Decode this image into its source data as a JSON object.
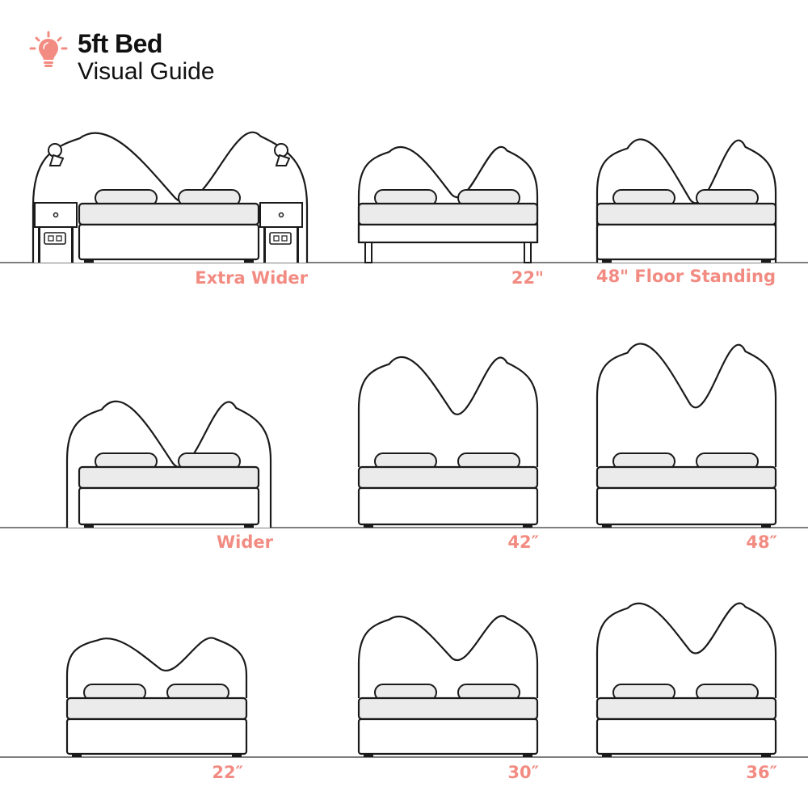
{
  "header": {
    "title": "5ft Bed",
    "subtitle": "Visual Guide",
    "icon": "lightbulb-icon"
  },
  "colors": {
    "accent": "#f28b82",
    "outline": "#1a1a1a",
    "fill_gray": "#ebebeb",
    "floor": "#333333"
  },
  "beds": [
    {
      "label": "Extra Wider"
    },
    {
      "label": "22\""
    },
    {
      "label": "48\" Floor Standing"
    },
    {
      "label": "Wider"
    },
    {
      "label": "42″"
    },
    {
      "label": "48″"
    },
    {
      "label": "22″"
    },
    {
      "label": "30″"
    },
    {
      "label": "36″"
    }
  ]
}
